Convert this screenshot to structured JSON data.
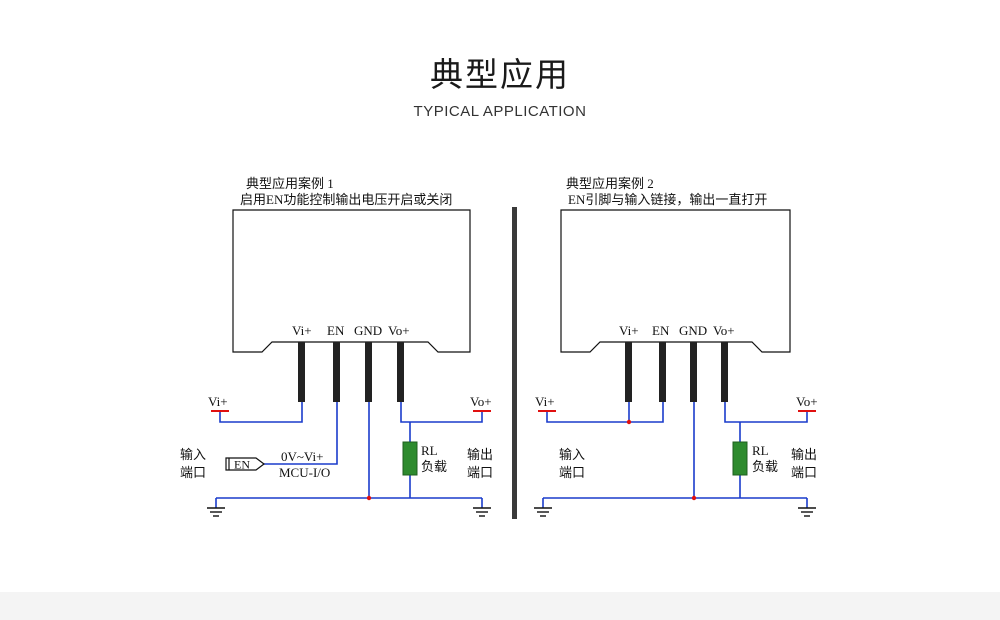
{
  "header": {
    "title": "典型应用",
    "subtitle": "TYPICAL APPLICATION"
  },
  "case1": {
    "title": "典型应用案例 1",
    "desc": "启用EN功能控制输出电压开启或关闭",
    "pins": [
      "Vi+",
      "EN",
      "GND",
      "Vo+"
    ],
    "vin_label": "Vi+",
    "vout_label": "Vo+",
    "input_port": [
      "输入",
      "端口"
    ],
    "output_port": [
      "输出",
      "端口"
    ],
    "load": [
      "RL",
      "负载"
    ],
    "en_tag": "EN",
    "en_range": "0V~Vi+",
    "en_source": "MCU-I/O"
  },
  "case2": {
    "title": "典型应用案例 2",
    "desc": "EN引脚与输入链接，输出一直打开",
    "pins": [
      "Vi+",
      "EN",
      "GND",
      "Vo+"
    ],
    "vin_label": "Vi+",
    "vout_label": "Vo+",
    "input_port": [
      "输入",
      "端口"
    ],
    "output_port": [
      "输出",
      "端口"
    ],
    "load": [
      "RL",
      "负载"
    ]
  },
  "colors": {
    "wire": "#1a3ccc",
    "terminal": "#e01010",
    "load": "#2e8b2e",
    "pin": "#222222",
    "divider": "#3a3a3a"
  }
}
